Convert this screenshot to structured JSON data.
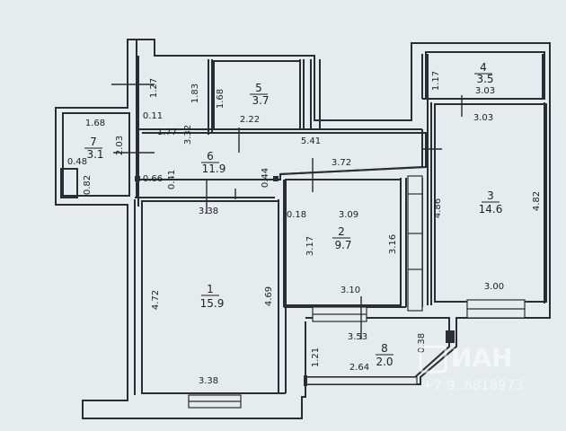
{
  "rooms": [
    {
      "id": "r1",
      "number": "1",
      "area": "15.9"
    },
    {
      "id": "r2",
      "number": "2",
      "area": "9.7"
    },
    {
      "id": "r3",
      "number": "3",
      "area": "14.6"
    },
    {
      "id": "r4",
      "number": "4",
      "area": "3.5"
    },
    {
      "id": "r5",
      "number": "5",
      "area": "3.7"
    },
    {
      "id": "r6",
      "number": "6",
      "area": "11.9"
    },
    {
      "id": "r7",
      "number": "7",
      "area": "3.1"
    },
    {
      "id": "r8",
      "number": "8",
      "area": "2.0"
    }
  ],
  "dimensions": {
    "r1_top": "3.38",
    "r1_bottom": "3.38",
    "r1_left": "4.72",
    "r1_right": "4.69",
    "r2_top": "3.09",
    "r2_bottom": "3.10",
    "r2_left": "3.17",
    "r2_right": "3.16",
    "r2_corner": "0.18",
    "r3_top": "3.03",
    "r3_bottom": "3.00",
    "r3_left": "4.86",
    "r3_right": "4.82",
    "r4_left": "1.17",
    "r4_bottom": "3.03",
    "r5_left": "1.68",
    "r5_bottom": "2.22",
    "r6_a": "1.27",
    "r6_b": "1.83",
    "r6_c": "0.11",
    "r6_d": "1.77",
    "r6_e": "3.32",
    "r6_f": "5.41",
    "r6_g": "3.72",
    "r6_h": "0.66",
    "r6_i": "0.41",
    "r6_j": "0.44",
    "r7_top": "1.68",
    "r7_right": "2.03",
    "r7_a": "0.48",
    "r7_b": "0.82",
    "r8_top": "3.53",
    "r8_left": "1.21",
    "r8_bottom": "2.64",
    "r8_right": "0.38"
  },
  "watermark": {
    "brand": "ИАН",
    "phone": "+7 9..6818973"
  }
}
